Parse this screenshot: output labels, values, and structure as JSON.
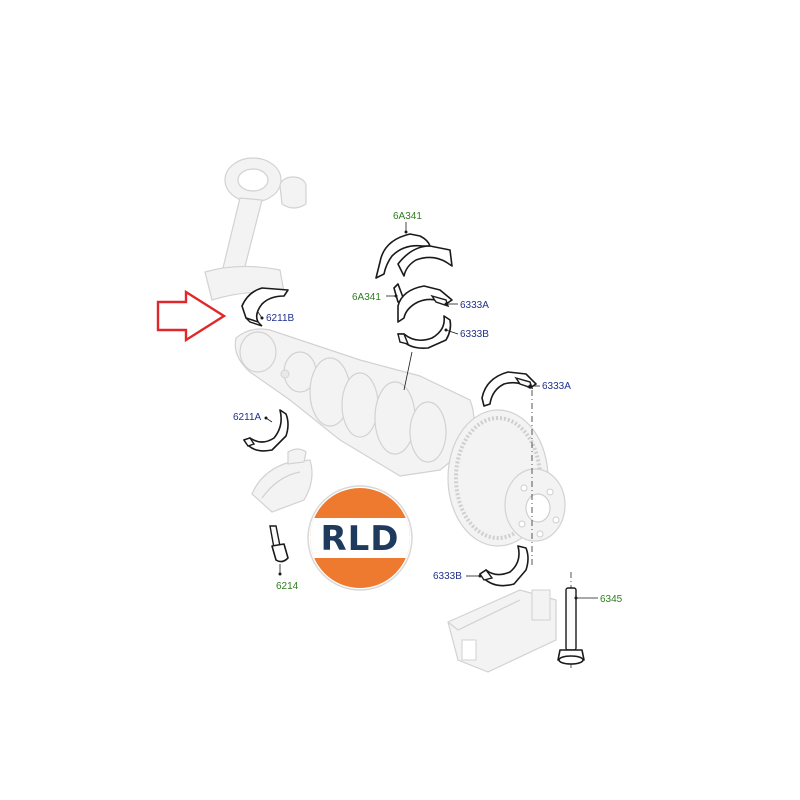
{
  "callouts": {
    "c6211B": "6211B",
    "c6211A": "6211A",
    "c6214": "6214",
    "c6A341_top": "6A341",
    "c6A341_mid": "6A341",
    "c6333A_upper": "6333A",
    "c6333B_upper": "6333B",
    "c6333A_lower": "6333A",
    "c6333B_lower": "6333B",
    "c6345": "6345"
  },
  "logo": {
    "text": "RLD"
  },
  "colors": {
    "callout_green": "#2e7d1f",
    "callout_blue": "#1f2f8a",
    "highlight_arrow": "#e0282a",
    "logo_orange": "#ee7a30",
    "logo_navy": "#1e3a5c"
  },
  "highlight": {
    "target": "6211B",
    "icon": "red-outline-arrow"
  }
}
